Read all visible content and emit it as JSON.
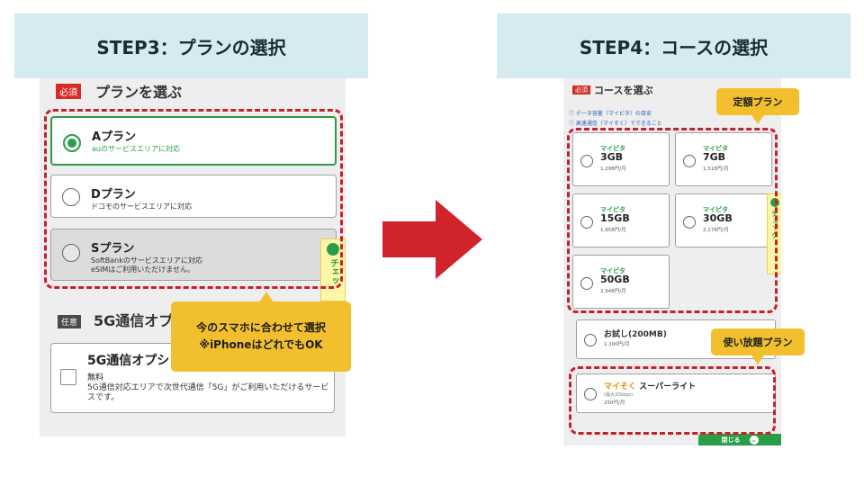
{
  "steps": {
    "step3_title": "STEP3：プランの選択",
    "step4_title": "STEP4：コースの選択"
  },
  "left": {
    "required_badge": "必須",
    "section_title": "プランを選ぶ",
    "plans": [
      {
        "name": "Aプラン",
        "desc": "auのサービスエリアに対応",
        "selected": true
      },
      {
        "name": "Dプラン",
        "desc": "ドコモのサービスエリアに対応",
        "selected": false
      },
      {
        "name": "Sプラン",
        "desc": "SoftBankのサービスエリアに対応",
        "desc2": "eSIMはご利用いただけません。",
        "selected": false,
        "disabled": true
      }
    ],
    "optional_badge": "任意",
    "option_title": "5G通信オプ",
    "option_box": {
      "name": "5G通信オプシ",
      "price": "無料",
      "desc": "5G通信対応エリアで次世代通信「5G」がご利用いただけるサービスです。"
    },
    "side_tab": "チェッ",
    "callout_line1": "今のスマホに合わせて選択",
    "callout_line2": "※iPhoneはどれでもOK"
  },
  "right": {
    "required_badge": "必須",
    "section_title": "コースを選ぶ",
    "info1": "ⓘ データ容量（マイピタ）の目安",
    "info2": "ⓘ 高速通信（マイそく）でできること",
    "courses": [
      {
        "brand": "マイピタ",
        "size": "3GB",
        "price": "1,298円/月"
      },
      {
        "brand": "マイピタ",
        "size": "7GB",
        "price": "1,518円/月"
      },
      {
        "brand": "マイピタ",
        "size": "15GB",
        "price": "1,958円/月"
      },
      {
        "brand": "マイピタ",
        "size": "30GB",
        "price": "2,178円/月"
      },
      {
        "brand": "マイピタ",
        "size": "50GB",
        "price": "2,948円/月"
      }
    ],
    "trial": {
      "name": "お試し(200MB)",
      "price": "1,100円/月"
    },
    "superlite": {
      "brand": "マイそく",
      "name": "スーパーライト",
      "spec": "(最大32kbps)",
      "price": "250円/月"
    },
    "side_tab": "チェック",
    "close_label": "閉じる",
    "callout_teigaku": "定額プラン",
    "callout_houdai": "使い放題プラン"
  },
  "colors": {
    "header_bg": "#d5ebef",
    "accent_green": "#2a9d48",
    "dash_red": "#c8202a",
    "callout_yellow": "#f2c02f",
    "arrow_red": "#d1232c"
  }
}
